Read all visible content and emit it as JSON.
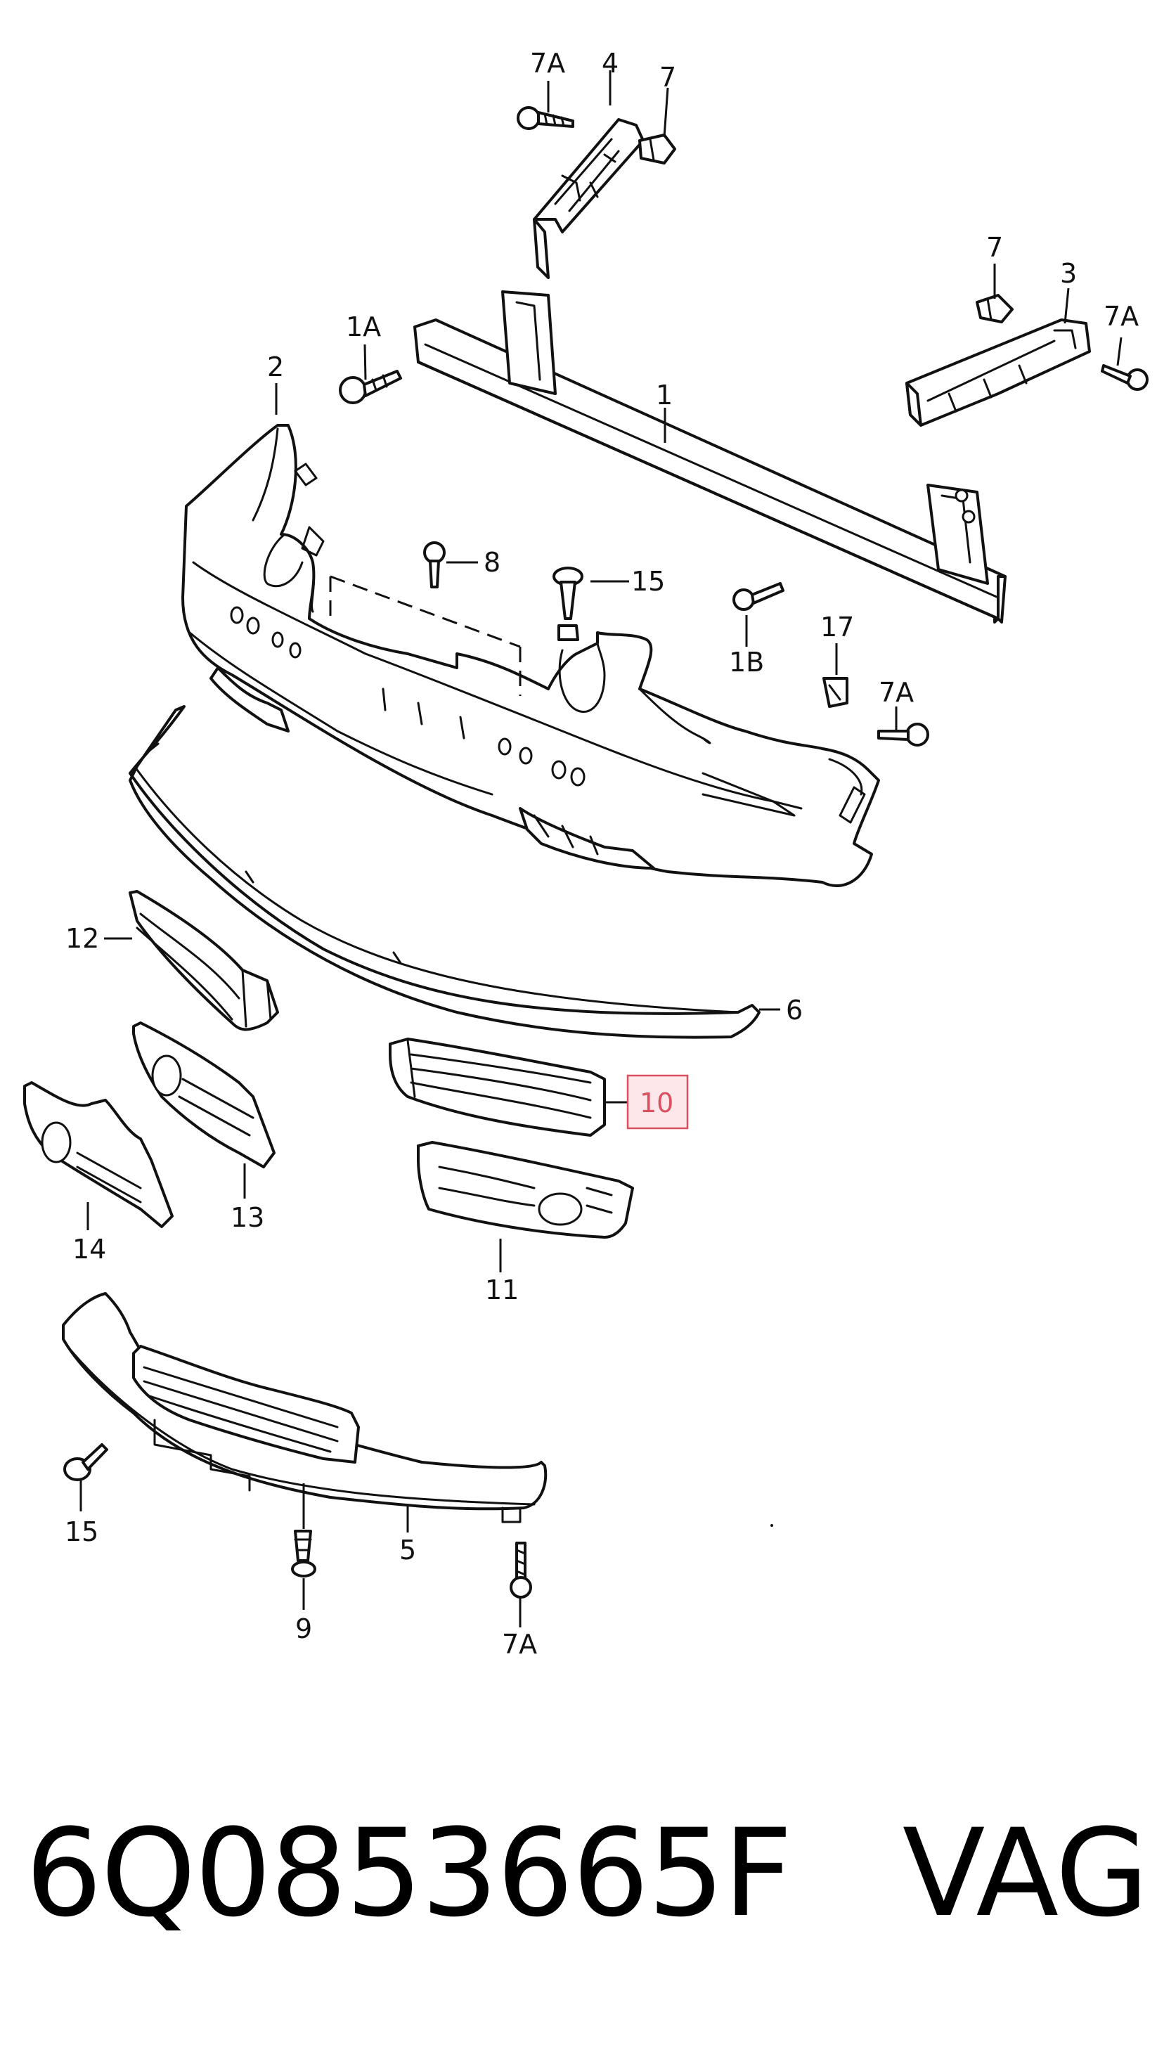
{
  "callouts": {
    "c_7a_top": "7A",
    "c_4": "4",
    "c_7_top": "7",
    "c_7_right": "7",
    "c_3": "3",
    "c_7a_right": "7A",
    "c_1a": "1A",
    "c_2": "2",
    "c_1": "1",
    "c_8": "8",
    "c_15_mid": "15",
    "c_1b": "1B",
    "c_17": "17",
    "c_7a_mid": "7A",
    "c_12": "12",
    "c_6": "6",
    "c_10": "10",
    "c_13": "13",
    "c_14": "14",
    "c_11": "11",
    "c_15_bottom": "15",
    "c_5": "5",
    "c_9": "9",
    "c_7a_bottom": "7A"
  },
  "footer": {
    "part_number": "6Q0853665F",
    "brand": "VAG"
  },
  "colors": {
    "line": "#111111",
    "highlight_fill": "#fde7ea",
    "highlight_stroke": "#d9505f"
  }
}
